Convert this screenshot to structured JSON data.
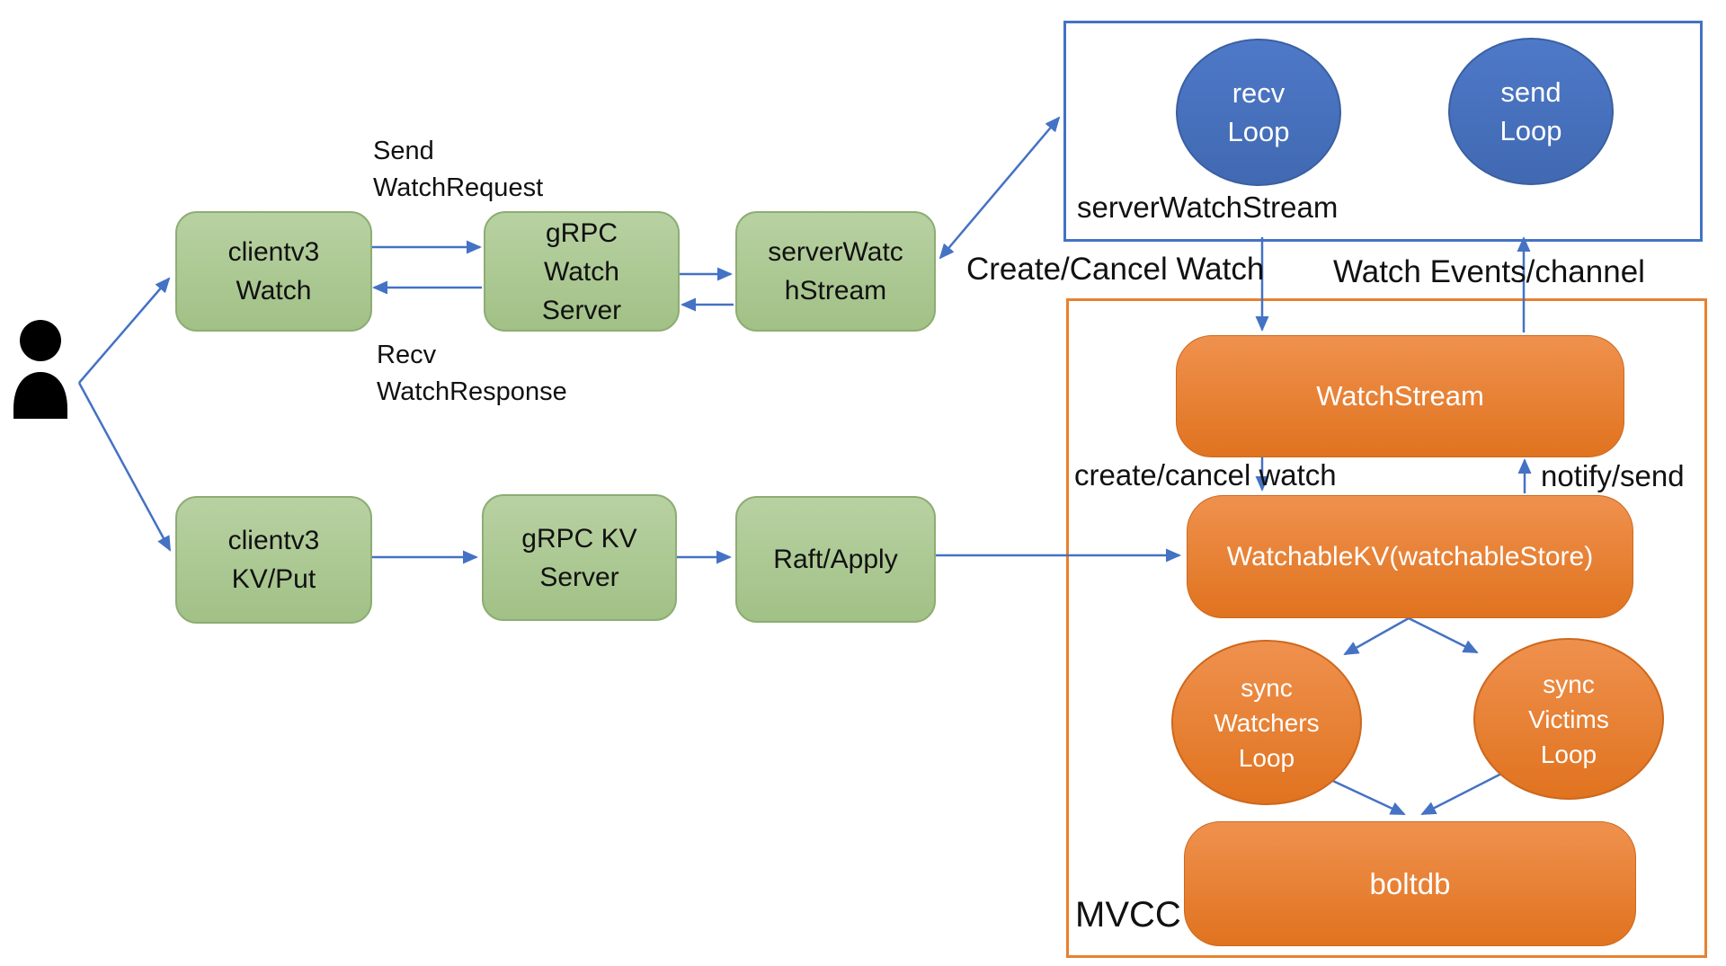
{
  "diagram_title": "etcd watch architecture diagram",
  "icons": {
    "user": "person-icon"
  },
  "labels": {
    "send_watch_request": {
      "line1": "Send",
      "line2": "WatchRequest"
    },
    "recv_watch_response": {
      "line1": "Recv",
      "line2": "WatchResponse"
    },
    "create_cancel_watch": "Create/Cancel Watch",
    "watch_events_channel": "Watch Events/channel",
    "create_cancel_watch_lower": "create/cancel watch",
    "notify_send": "notify/send",
    "server_watch_stream": "serverWatchStream",
    "mvcc": "MVCC"
  },
  "nodes": {
    "clientv3_watch": {
      "line1": "clientv3",
      "line2": "Watch"
    },
    "grpc_watch_server": {
      "line1": "gRPC",
      "line2": "Watch",
      "line3": "Server"
    },
    "server_watch_stream_box": {
      "line1": "serverWatc",
      "line2": "hStream"
    },
    "clientv3_kv_put": {
      "line1": "clientv3",
      "line2": "KV/Put"
    },
    "grpc_kv_server": {
      "line1": "gRPC KV",
      "line2": "Server"
    },
    "raft_apply": {
      "line1": "Raft/Apply"
    },
    "recv_loop": {
      "line1": "recv",
      "line2": "Loop"
    },
    "send_loop": {
      "line1": "send",
      "line2": "Loop"
    },
    "watch_stream": {
      "label": "WatchStream"
    },
    "watchable_kv": {
      "label": "WatchableKV(watchableStore)"
    },
    "sync_watchers_loop": {
      "line1": "sync",
      "line2": "Watchers",
      "line3": "Loop"
    },
    "sync_victims_loop": {
      "line1": "sync",
      "line2": "Victims",
      "line3": "Loop"
    },
    "boltdb": {
      "label": "boltdb"
    }
  },
  "colors": {
    "canvas_bg": "#ffffff",
    "text": "#111111",
    "green_fill_top": "#b8d1a2",
    "green_fill_bottom": "#a1c186",
    "green_border": "#8dad73",
    "blue_fill_top": "#4e79c8",
    "blue_fill_bottom": "#4169b2",
    "blue_border": "#3a5fa2",
    "orange_fill_top": "#ef914e",
    "orange_fill_bottom": "#e0731f",
    "orange_border": "#cd681d",
    "blue_container_border": "#4472c4",
    "orange_container_border": "#e8812f",
    "arrow": "#4472c4",
    "node_text": "#ffffff",
    "person": "#000000"
  }
}
